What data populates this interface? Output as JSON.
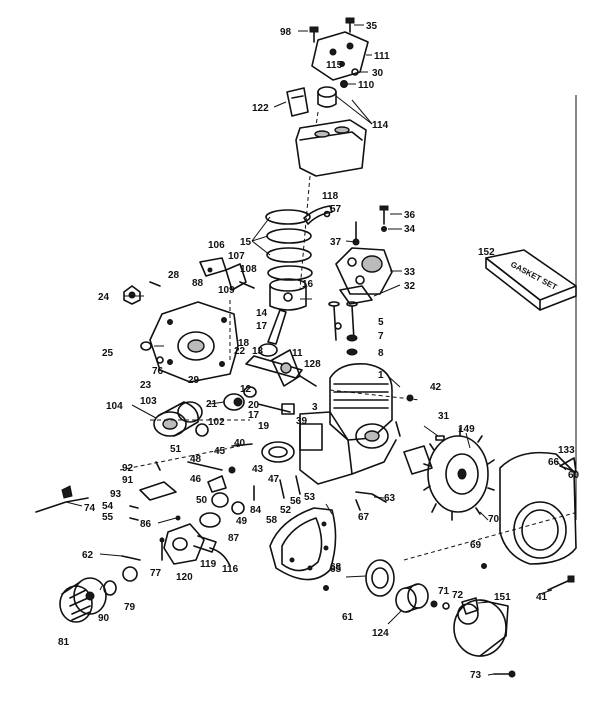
{
  "kit_label": "GASKET SET",
  "parts": [
    "98",
    "35",
    "111",
    "115",
    "30",
    "110",
    "122",
    "114",
    "118",
    "57",
    "36",
    "34",
    "37",
    "152",
    "15",
    "106",
    "107",
    "108",
    "28",
    "88",
    "109",
    "16",
    "33",
    "32",
    "24",
    "14",
    "17",
    "5",
    "7",
    "8",
    "18",
    "22",
    "13",
    "11",
    "128",
    "1",
    "25",
    "76",
    "23",
    "29",
    "42",
    "104",
    "103",
    "21",
    "12",
    "20",
    "17b",
    "3",
    "102",
    "19",
    "39",
    "40",
    "45",
    "31",
    "149",
    "133",
    "66",
    "60",
    "51",
    "48",
    "46",
    "92",
    "91",
    "93",
    "54",
    "55",
    "74",
    "86",
    "50",
    "49",
    "43",
    "47",
    "58",
    "52",
    "56",
    "53",
    "84",
    "63",
    "67",
    "68",
    "69",
    "70",
    "87",
    "119",
    "116",
    "62",
    "77",
    "120",
    "79",
    "90",
    "81",
    "65",
    "61",
    "71",
    "72",
    "124",
    "151",
    "41",
    "73"
  ],
  "labels": {
    "98": "98",
    "35": "35",
    "111": "111",
    "115": "115",
    "30": "30",
    "110": "110",
    "122": "122",
    "114": "114",
    "118": "118",
    "57": "57",
    "36": "36",
    "34": "34",
    "37": "37",
    "152": "152",
    "15": "15",
    "106": "106",
    "107": "107",
    "108": "108",
    "28": "28",
    "88": "88",
    "109": "109",
    "16": "16",
    "33": "33",
    "32": "32",
    "24": "24",
    "14": "14",
    "17": "17",
    "5": "5",
    "7": "7",
    "8": "8",
    "18": "18",
    "22": "22",
    "13": "13",
    "11": "11",
    "128": "128",
    "1": "1",
    "25": "25",
    "76": "76",
    "23": "23",
    "29": "29",
    "42": "42",
    "104": "104",
    "103": "103",
    "21": "21",
    "12": "12",
    "20": "20",
    "17b": "17",
    "3": "3",
    "102": "102",
    "19": "19",
    "39": "39",
    "40": "40",
    "45": "45",
    "31": "31",
    "149": "149",
    "133": "133",
    "66": "66",
    "60": "60",
    "51": "51",
    "48": "48",
    "46": "46",
    "92": "92",
    "91": "91",
    "93": "93",
    "54": "54",
    "55": "55",
    "74": "74",
    "86": "86",
    "50": "50",
    "49": "49",
    "43": "43",
    "47": "47",
    "58": "58",
    "52": "52",
    "56": "56",
    "53": "53",
    "84": "84",
    "63": "63",
    "67": "67",
    "68": "68",
    "69": "69",
    "70": "70",
    "87": "87",
    "119": "119",
    "116": "116",
    "62": "62",
    "77": "77",
    "120": "120",
    "79": "79",
    "90": "90",
    "81": "81",
    "65": "65",
    "61": "61",
    "71": "71",
    "72": "72",
    "124": "124",
    "151": "151",
    "41": "41",
    "73": "73"
  }
}
